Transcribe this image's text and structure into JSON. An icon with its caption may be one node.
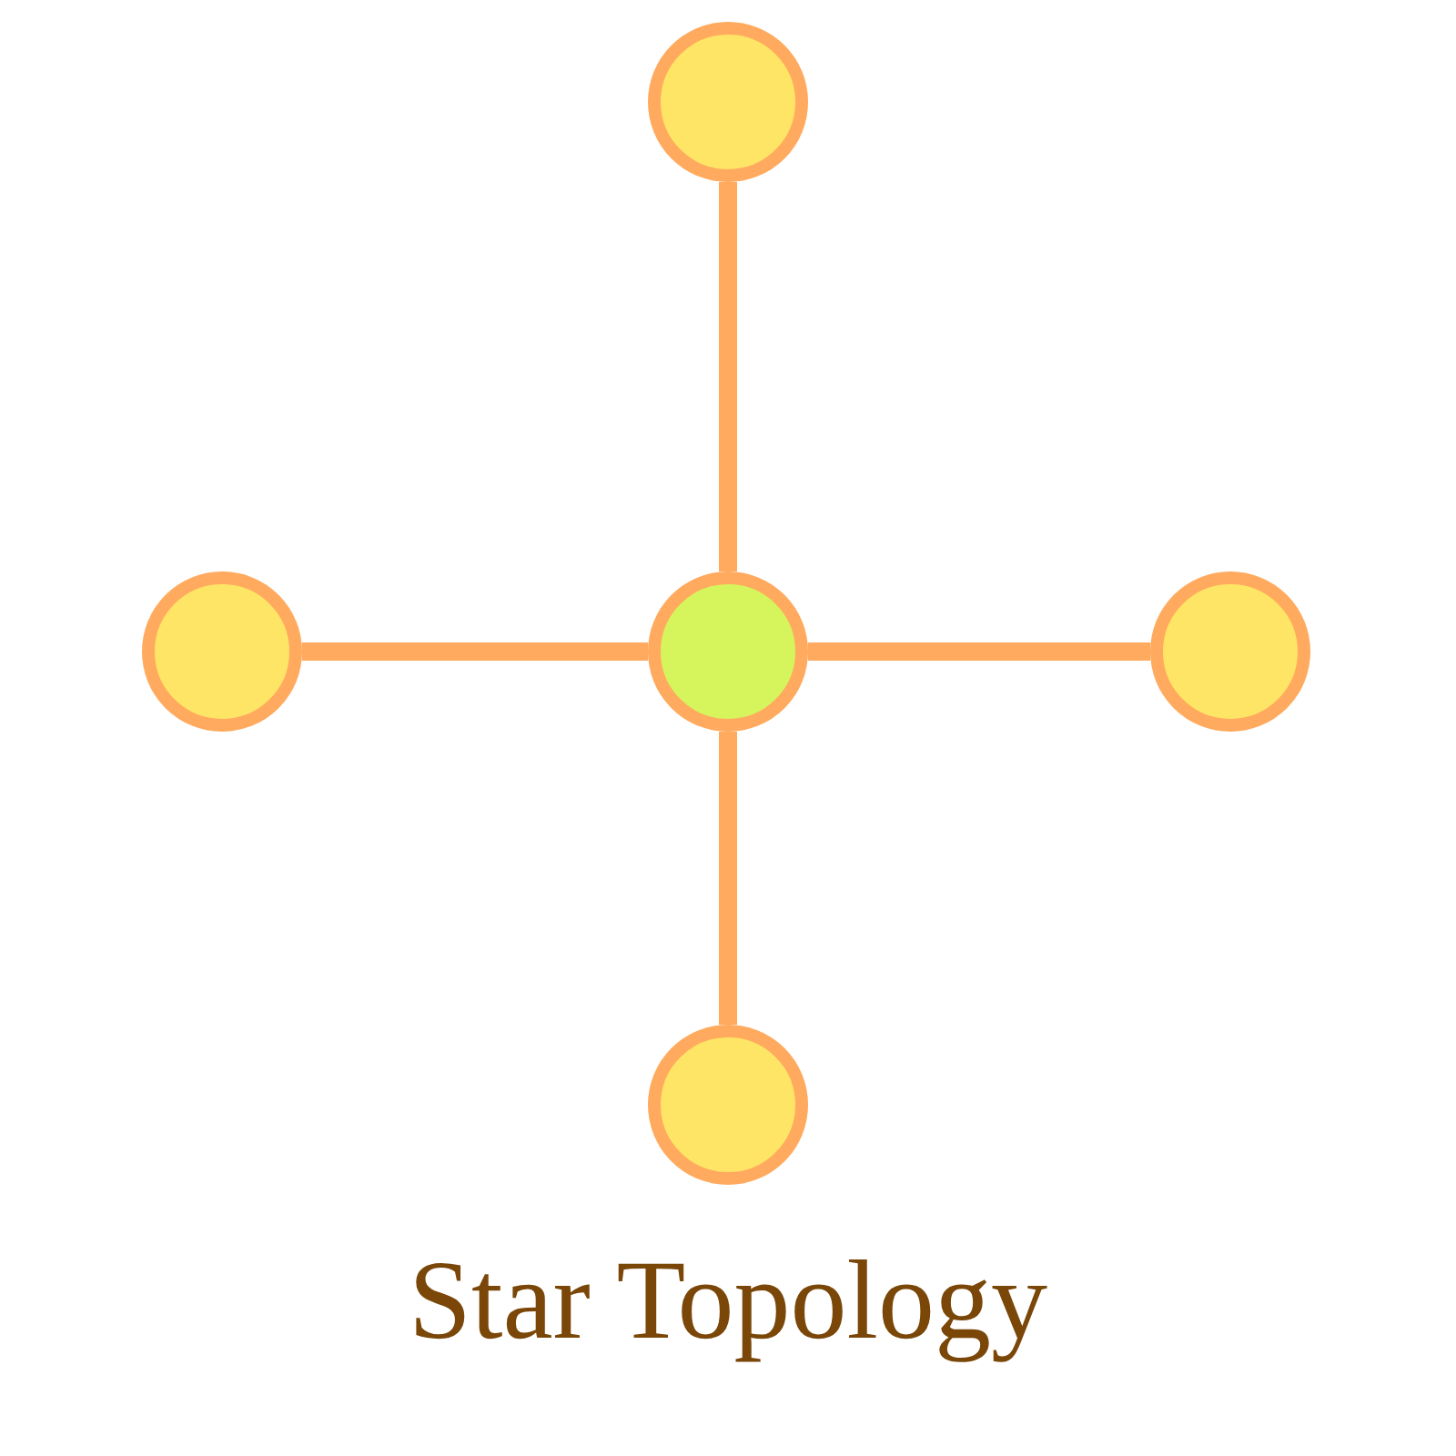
{
  "diagram": {
    "title": "Star Topology",
    "nodes": [
      {
        "text": [],
        "shape": "circle"
      },
      {
        "text": [],
        "shape": "circle"
      },
      {
        "text": [],
        "shape": "circle"
      },
      {
        "text": [],
        "shape": "circle"
      },
      {
        "text": [],
        "shape": "circle"
      }
    ],
    "edges": [
      {
        "from": 2,
        "to": 0,
        "arrow": "none"
      },
      {
        "from": 2,
        "to": 1,
        "arrow": "none"
      },
      {
        "from": 2,
        "to": 3,
        "arrow": "none"
      },
      {
        "from": 2,
        "to": 4,
        "arrow": "none"
      }
    ]
  }
}
